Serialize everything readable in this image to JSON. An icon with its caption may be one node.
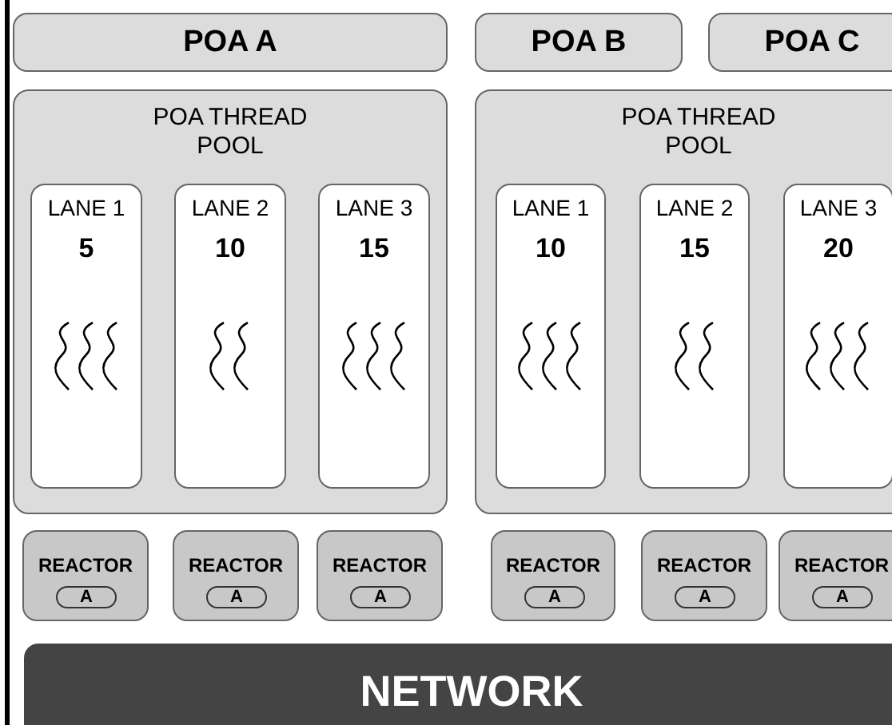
{
  "diagram": {
    "nodes": [
      {
        "text": [
          "POA A"
        ]
      },
      {
        "text": [
          "POA B"
        ]
      },
      {
        "text": [
          "POA C"
        ]
      },
      {
        "text": [
          "POA THREAD POOL"
        ]
      },
      {
        "text": [
          "LANE 1",
          "5"
        ],
        "in": 3
      },
      {
        "text": [
          "LANE 2",
          "10"
        ],
        "in": 3
      },
      {
        "text": [
          "LANE 3",
          "15"
        ],
        "in": 3
      },
      {
        "text": [
          "POA THREAD POOL"
        ]
      },
      {
        "text": [
          "LANE 1",
          "10"
        ],
        "in": 7
      },
      {
        "text": [
          "LANE 2",
          "15"
        ],
        "in": 7
      },
      {
        "text": [
          "LANE 3",
          "20"
        ],
        "in": 7
      },
      {
        "text": [
          "REACTOR"
        ]
      },
      {
        "text": [
          "A"
        ],
        "in": 11
      },
      {
        "text": [
          "REACTOR"
        ]
      },
      {
        "text": [
          "A"
        ],
        "in": 13
      },
      {
        "text": [
          "REACTOR"
        ]
      },
      {
        "text": [
          "A"
        ],
        "in": 15
      },
      {
        "text": [
          "REACTOR"
        ]
      },
      {
        "text": [
          "A"
        ],
        "in": 17
      },
      {
        "text": [
          "REACTOR"
        ]
      },
      {
        "text": [
          "A"
        ],
        "in": 19
      },
      {
        "text": [
          "REACTOR"
        ]
      },
      {
        "text": [
          "A"
        ],
        "in": 21
      },
      {
        "text": [
          "NETWORK"
        ]
      }
    ]
  }
}
